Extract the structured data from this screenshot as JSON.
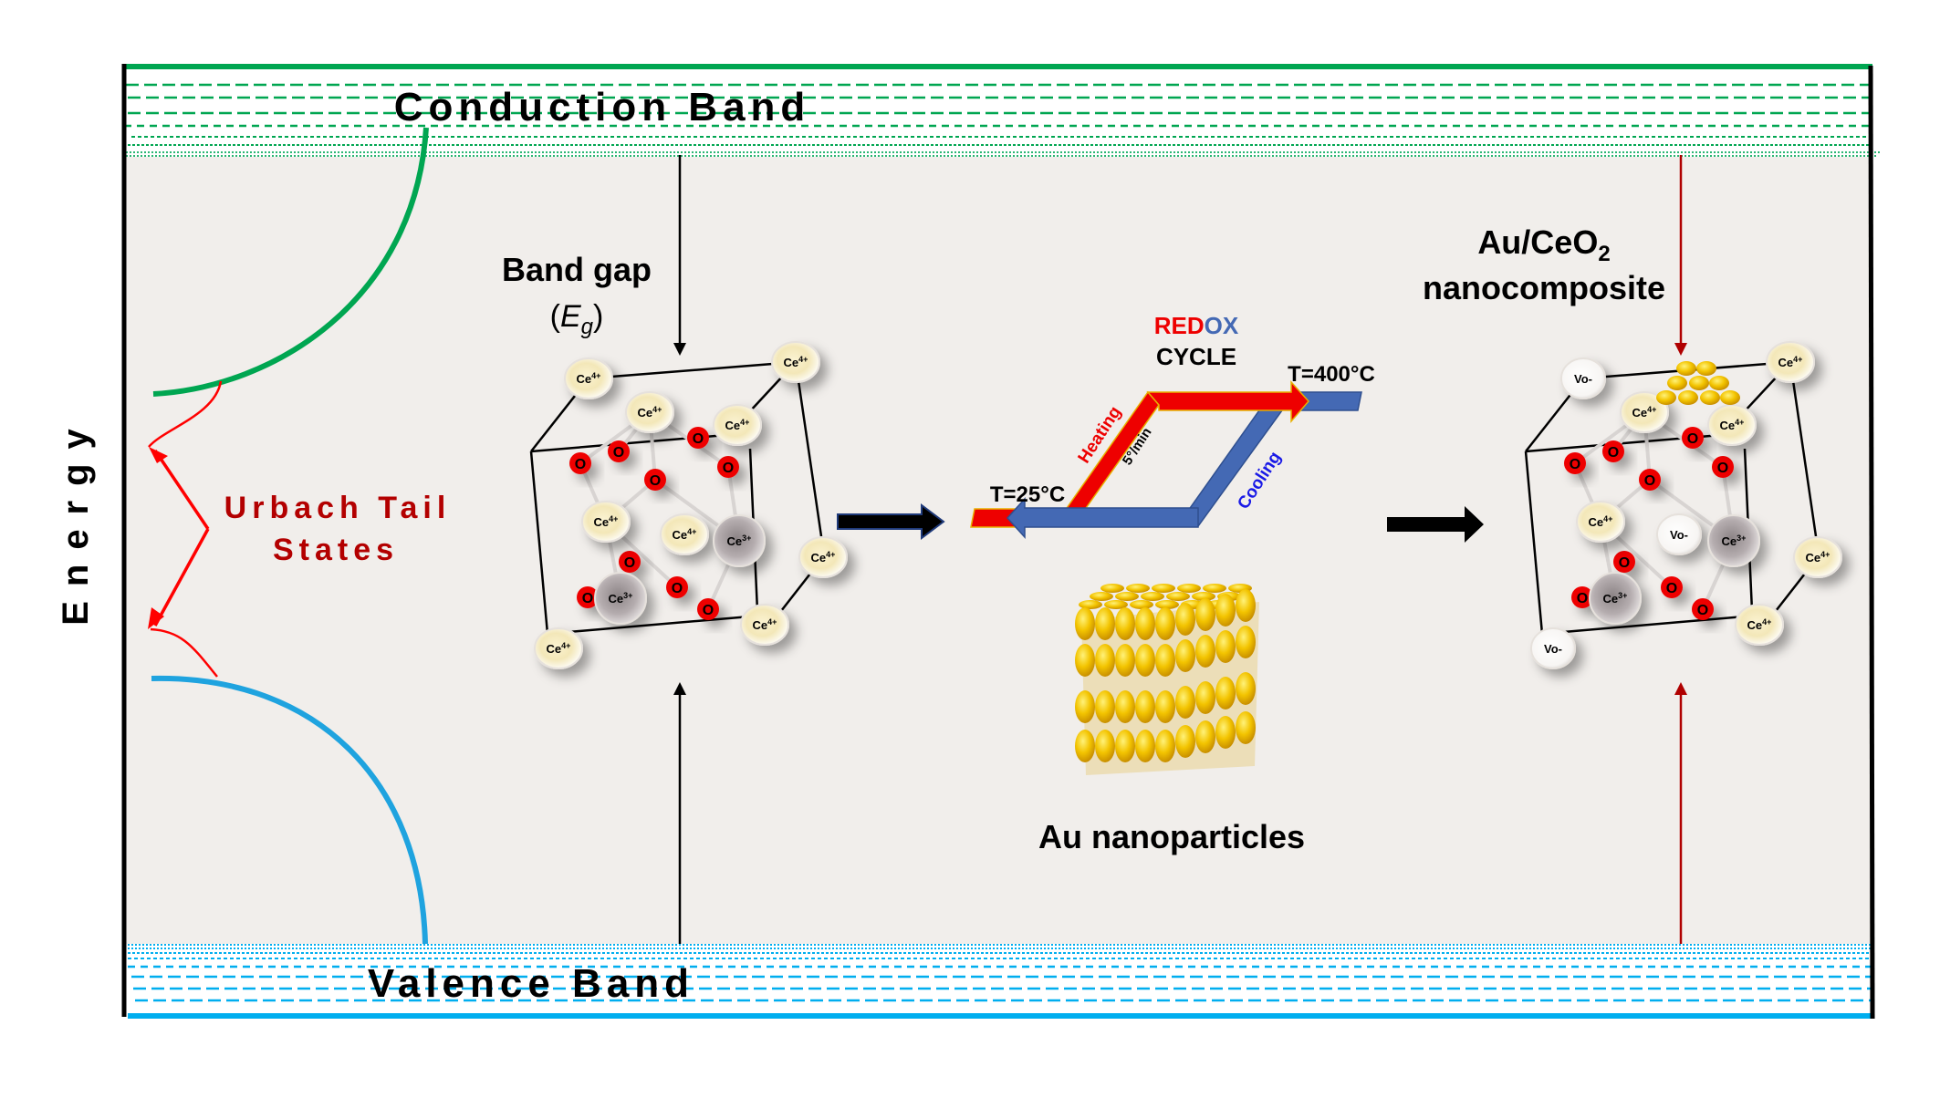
{
  "energy_axis": {
    "label": "Energy"
  },
  "conduction_band": {
    "label": "Conduction Band",
    "color": "#00a651"
  },
  "valence_band": {
    "label": "Valence Band",
    "color": "#00aeef"
  },
  "urbach": {
    "line1": "Urbach Tail",
    "line2": "States",
    "text_color": "#b30000",
    "arrow_color": "#ff0000"
  },
  "band_gap": {
    "label": "Band gap",
    "symbol_open": "(",
    "symbol": "E",
    "symbol_sub": "g",
    "symbol_close": ")"
  },
  "redox": {
    "word_red": "RED",
    "word_ox": "OX",
    "cycle": "CYCLE",
    "t_low": "T=25°C",
    "t_high": "T=400°C",
    "heating": "Heating",
    "rate": "5°/min",
    "cooling": "Cooling",
    "red_color": "#ee0000",
    "blue_color": "#4469b4"
  },
  "au_nanoparticles": {
    "label": "Au nanoparticles",
    "gold": "#f2c200"
  },
  "nanocomposite": {
    "line1_prefix": "Au/CeO",
    "line1_sub": "2",
    "line2": "nanocomposite",
    "arrow_color": "#b00000"
  },
  "crystal_left": {
    "atoms": [
      {
        "label": "Ce4+",
        "kind": "ce4"
      },
      {
        "label": "Ce4+",
        "kind": "ce4"
      },
      {
        "label": "Ce4+",
        "kind": "ce4"
      },
      {
        "label": "Ce4+",
        "kind": "ce4"
      },
      {
        "label": "Ce4+",
        "kind": "ce4"
      },
      {
        "label": "Ce4+",
        "kind": "ce4"
      },
      {
        "label": "Ce3+",
        "kind": "ce3"
      },
      {
        "label": "Ce3+",
        "kind": "ce3"
      },
      {
        "label": "Ce4+",
        "kind": "ce4"
      },
      {
        "label": "Ce4+",
        "kind": "ce4"
      },
      {
        "label": "Ce4+",
        "kind": "ce4"
      }
    ],
    "oxygen_label": "O",
    "oxygen_count": 9
  },
  "crystal_right": {
    "atoms": [
      {
        "label": "Vo-",
        "kind": "vo"
      },
      {
        "label": "Ce4+",
        "kind": "ce4"
      },
      {
        "label": "Ce4+",
        "kind": "ce4"
      },
      {
        "label": "Ce4+",
        "kind": "ce4"
      },
      {
        "label": "Ce4+",
        "kind": "ce4"
      },
      {
        "label": "Vo-",
        "kind": "vo"
      },
      {
        "label": "Ce3+",
        "kind": "ce3"
      },
      {
        "label": "Ce3+",
        "kind": "ce3"
      },
      {
        "label": "Ce4+",
        "kind": "ce4"
      },
      {
        "label": "Vo-",
        "kind": "vo"
      },
      {
        "label": "Ce4+",
        "kind": "ce4"
      }
    ],
    "oxygen_label": "O",
    "oxygen_count": 9,
    "gold_cluster_count": 9
  }
}
